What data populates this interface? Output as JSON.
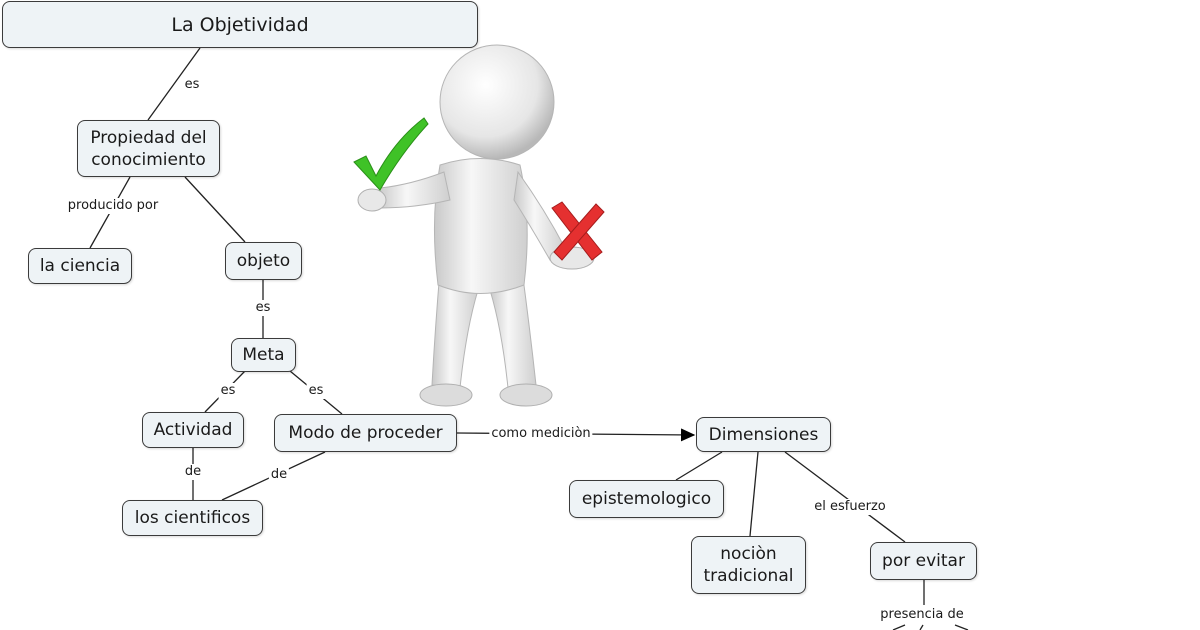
{
  "diagram": {
    "title": "La Objetividad",
    "nodes": {
      "propiedad": "Propiedad del\nconocimiento",
      "ciencia": "la ciencia",
      "objeto": "objeto",
      "meta": "Meta",
      "actividad": "Actividad",
      "modo": "Modo de proceder",
      "cientificos": "los cientificos",
      "dimensiones": "Dimensiones",
      "epistemologico": "epistemologico",
      "nocion": "nociòn\ntradicional",
      "evitar": "por evitar"
    },
    "links": {
      "es1": "es",
      "producido": "producido por",
      "es2": "es",
      "es3": "es",
      "es4": "es",
      "de1": "de",
      "de2": "de",
      "medicion": "como mediciòn",
      "esfuerzo": "el esfuerzo",
      "presencia": "presencia de"
    }
  },
  "colors": {
    "node_fill": "#eef3f6",
    "node_border": "#3b3b3b",
    "check": "#3fc227",
    "cross": "#e53030",
    "figure": "#f2f2f2"
  },
  "icons": [
    "3d-person-figure",
    "check-mark-icon",
    "cross-mark-icon"
  ]
}
